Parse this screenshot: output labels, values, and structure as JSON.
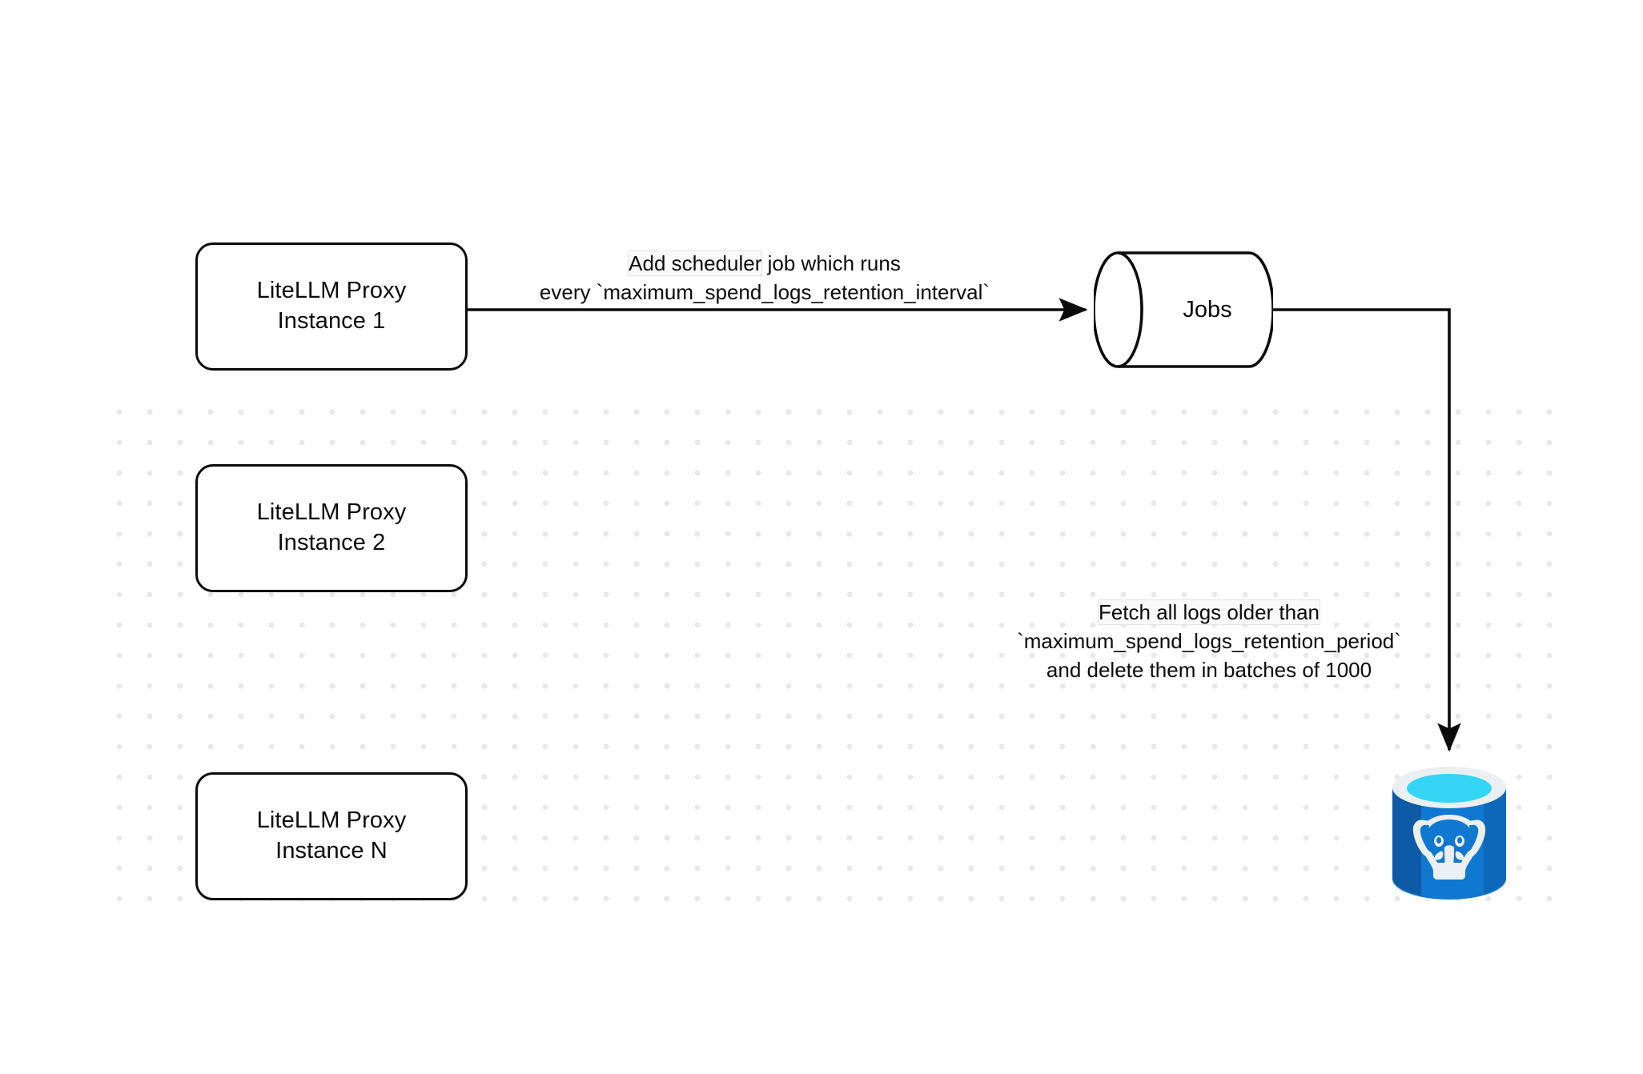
{
  "diagram": {
    "title": "LiteLLM spend-logs retention scheduler flow",
    "background": "#ffffff",
    "grid_dot_color": "#e9e9e9",
    "stroke_color": "#0b0b0b"
  },
  "nodes": {
    "proxy_instances": [
      {
        "id": "proxy-1",
        "line1": "LiteLLM Proxy",
        "line2": "Instance 1"
      },
      {
        "id": "proxy-2",
        "line1": "LiteLLM Proxy",
        "line2": "Instance 2"
      },
      {
        "id": "proxy-3",
        "line1": "LiteLLM Proxy",
        "line2": "Instance N"
      }
    ],
    "jobs": {
      "label": "Jobs",
      "shape": "cylinder"
    },
    "database": {
      "label": "",
      "icon": "postgresql-database-icon",
      "shape": "cylinder",
      "colors": {
        "body": "#0f78d1",
        "body_shade": "#0d5ba6",
        "rim": "#eceff1",
        "liquid_top": "#35d5f6",
        "liquid_shade": "#1179ab",
        "elephant": "#eceff1"
      }
    }
  },
  "edges": {
    "scheduler": {
      "from": "proxy-1",
      "to": "jobs",
      "line1": "Add scheduler job which runs",
      "line1_highlight": "Add scheduler",
      "line1_rest": " job which runs",
      "line2": "every `maximum_spend_logs_retention_interval`"
    },
    "fetch": {
      "from": "jobs",
      "to": "database",
      "line1": "Fetch all logs older than",
      "line2": "`maximum_spend_logs_retention_period`",
      "line3": "and delete them in batches of 1000"
    }
  }
}
